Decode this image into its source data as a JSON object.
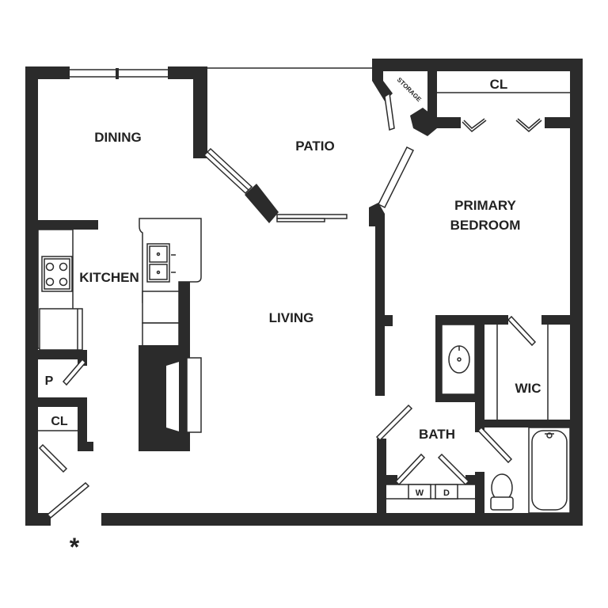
{
  "rooms": {
    "dining": "DINING",
    "patio": "PATIO",
    "storage": "STORAGE",
    "closet_top": "CL",
    "primary_bedroom_line1": "PRIMARY",
    "primary_bedroom_line2": "BEDROOM",
    "kitchen": "KITCHEN",
    "living": "LIVING",
    "pantry": "P",
    "closet_entry": "CL",
    "wic": "WIC",
    "bath": "BATH",
    "washer": "W",
    "dryer": "D"
  },
  "entry_marker": "*",
  "colors": {
    "wall": "#2b2b2b",
    "background": "#ffffff"
  }
}
